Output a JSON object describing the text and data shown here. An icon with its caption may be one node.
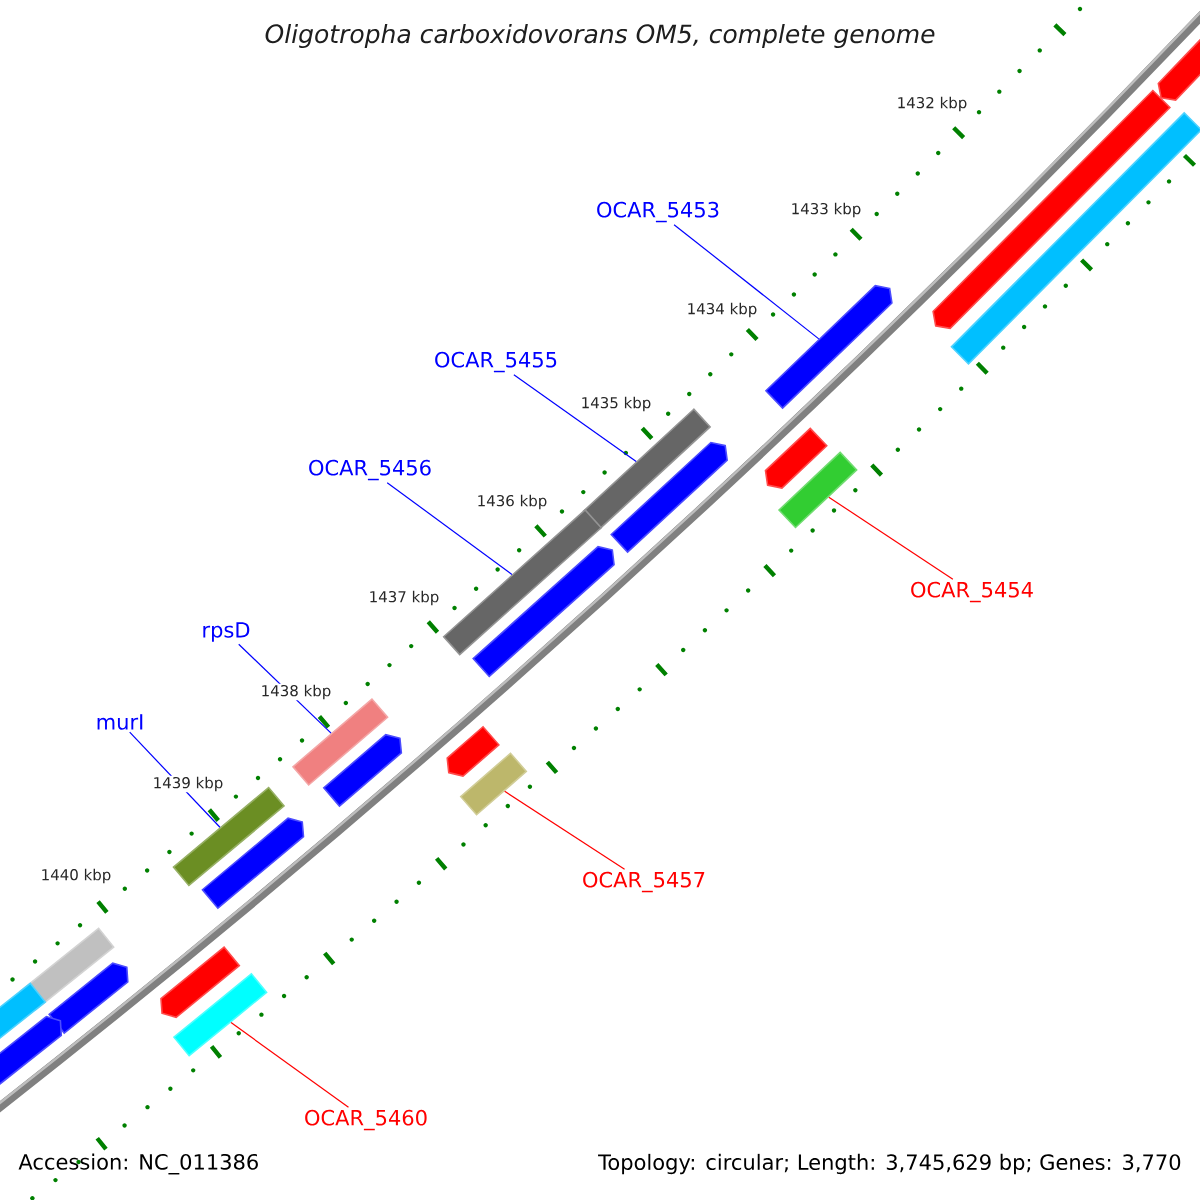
{
  "diagram": {
    "title": "Oligotropha carboxidovorans OM5, complete genome",
    "nodes": [
      {
        "text": [
          "OCAR_5453"
        ]
      },
      {
        "text": [
          "OCAR_5455"
        ]
      },
      {
        "text": [
          "OCAR_5456"
        ]
      },
      {
        "text": [
          "rpsD"
        ]
      },
      {
        "text": [
          "murI"
        ]
      },
      {
        "text": [
          "OCAR_5454"
        ]
      },
      {
        "text": [
          "OCAR_5457"
        ]
      },
      {
        "text": [
          "OCAR_5460"
        ]
      },
      {
        "text": [],
        "shape": "arrow"
      },
      {
        "text": [],
        "shape": "box"
      },
      {
        "text": [],
        "shape": "arrow"
      },
      {
        "text": [],
        "shape": "box"
      },
      {
        "text": [],
        "shape": "arrow"
      },
      {
        "text": [],
        "shape": "box"
      },
      {
        "text": [],
        "shape": "arrow"
      },
      {
        "text": [],
        "shape": "box"
      },
      {
        "text": [],
        "shape": "arrow"
      },
      {
        "text": [],
        "shape": "box"
      },
      {
        "text": [],
        "shape": "arrow"
      },
      {
        "text": [],
        "shape": "box"
      },
      {
        "text": [],
        "shape": "arrow"
      },
      {
        "text": [],
        "shape": "arrow"
      },
      {
        "text": [],
        "shape": "arrow"
      },
      {
        "text": [],
        "shape": "arrow"
      },
      {
        "text": [],
        "shape": "arrow"
      },
      {
        "text": [],
        "shape": "arrow"
      },
      {
        "text": [],
        "shape": "box"
      },
      {
        "text": [],
        "shape": "box"
      },
      {
        "text": [],
        "shape": "box"
      },
      {
        "text": [],
        "shape": "box"
      }
    ],
    "edges": [
      {
        "from": 0,
        "to": 8,
        "arrow": "none"
      },
      {
        "from": 1,
        "to": 9,
        "arrow": "none"
      },
      {
        "from": 2,
        "to": 11,
        "arrow": "none"
      },
      {
        "from": 3,
        "to": 13,
        "arrow": "none"
      },
      {
        "from": 4,
        "to": 15,
        "arrow": "none"
      },
      {
        "from": 5,
        "to": 27,
        "arrow": "none",
        "color": "#ff0000"
      },
      {
        "from": 6,
        "to": 28,
        "arrow": "none",
        "color": "#ff0000"
      },
      {
        "from": 7,
        "to": 29,
        "arrow": "none",
        "color": "#ff0000"
      }
    ],
    "labels": [
      "1432 kbp",
      "1433 kbp",
      "1434 kbp",
      "1435 kbp",
      "1436 kbp",
      "1437 kbp",
      "1438 kbp",
      "1439 kbp",
      "1440 kbp",
      "Accession: NC_011386",
      "Topology: circular; Length: 3,745,629 bp; Genes: 3,770"
    ]
  }
}
